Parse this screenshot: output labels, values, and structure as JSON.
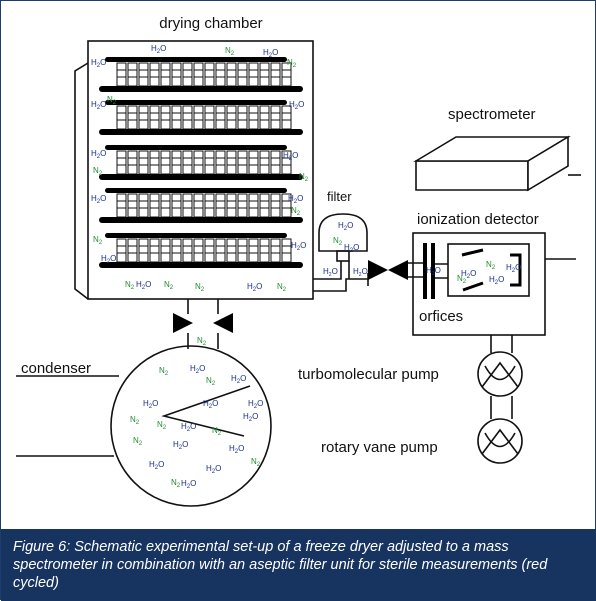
{
  "labels": {
    "drying_chamber": "drying chamber",
    "spectrometer": "spectrometer",
    "filter": "filter",
    "ionization_detector": "ionization  detector",
    "orfices": "orfices",
    "condenser": "condenser",
    "turbomolecular_pump": "turbomolecular pump",
    "rotary_vane_pump": "rotary vane pump"
  },
  "molecules": {
    "water": "H2O",
    "nitrogen": "N2"
  },
  "caption": "Figure 6: Schematic experimental set-up of a freeze dryer adjusted to a mass spectrometer in combination with an aseptic filter unit for sterile measurements (red cycled)",
  "colors": {
    "caption_bg": "#17335f",
    "h2o": "#1a2e8a",
    "n2": "#1e8a2e"
  }
}
